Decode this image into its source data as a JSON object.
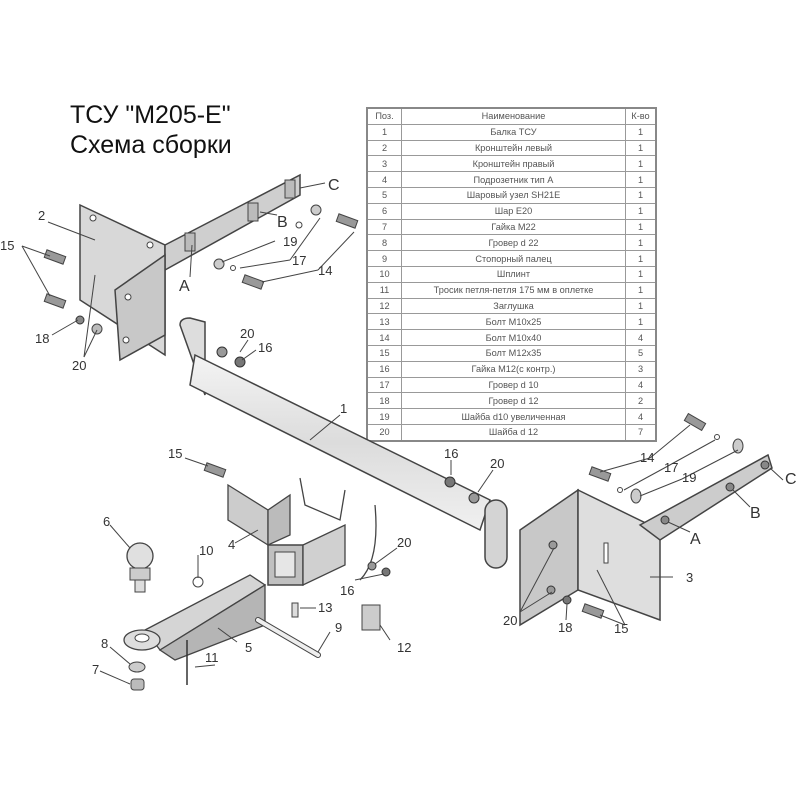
{
  "title": {
    "line1": "ТСУ \"M205-E\"",
    "line2": "Схема сборки"
  },
  "table": {
    "headers": [
      "Поз.",
      "Наименование",
      "К-во"
    ],
    "rows": [
      {
        "pos": "1",
        "name": "Балка ТСУ",
        "qty": "1"
      },
      {
        "pos": "2",
        "name": "Кронштейн левый",
        "qty": "1"
      },
      {
        "pos": "3",
        "name": "Кронштейн правый",
        "qty": "1"
      },
      {
        "pos": "4",
        "name": "Подрозетник тип А",
        "qty": "1"
      },
      {
        "pos": "5",
        "name": "Шаровый узел SH21E",
        "qty": "1"
      },
      {
        "pos": "6",
        "name": "Шар E20",
        "qty": "1"
      },
      {
        "pos": "7",
        "name": "Гайка М22",
        "qty": "1"
      },
      {
        "pos": "8",
        "name": "Гровер d 22",
        "qty": "1"
      },
      {
        "pos": "9",
        "name": "Стопорный палец",
        "qty": "1"
      },
      {
        "pos": "10",
        "name": "Шплинт",
        "qty": "1"
      },
      {
        "pos": "11",
        "name": "Тросик петля-петля 175 мм в оплетке",
        "qty": "1"
      },
      {
        "pos": "12",
        "name": "Заглушка",
        "qty": "1"
      },
      {
        "pos": "13",
        "name": "Болт М10х25",
        "qty": "1"
      },
      {
        "pos": "14",
        "name": "Болт М10х40",
        "qty": "4"
      },
      {
        "pos": "15",
        "name": "Болт М12х35",
        "qty": "5"
      },
      {
        "pos": "16",
        "name": "Гайка М12(с контр.)",
        "qty": "3"
      },
      {
        "pos": "17",
        "name": "Гровер d 10",
        "qty": "4"
      },
      {
        "pos": "18",
        "name": "Гровер d 12",
        "qty": "2"
      },
      {
        "pos": "19",
        "name": "Шайба d10 увеличенная",
        "qty": "4"
      },
      {
        "pos": "20",
        "name": "Шайба d 12",
        "qty": "7"
      }
    ]
  },
  "callouts": {
    "n1": "1",
    "n2": "2",
    "n3": "3",
    "n4": "4",
    "n5": "5",
    "n6": "6",
    "n7": "7",
    "n8": "8",
    "n9": "9",
    "n10": "10",
    "n11": "11",
    "n12": "12",
    "n13": "13",
    "n14": "14",
    "n15": "15",
    "n16": "16",
    "n17": "17",
    "n18": "18",
    "n19": "19",
    "n20": "20",
    "A": "A",
    "B": "B",
    "C": "C"
  }
}
